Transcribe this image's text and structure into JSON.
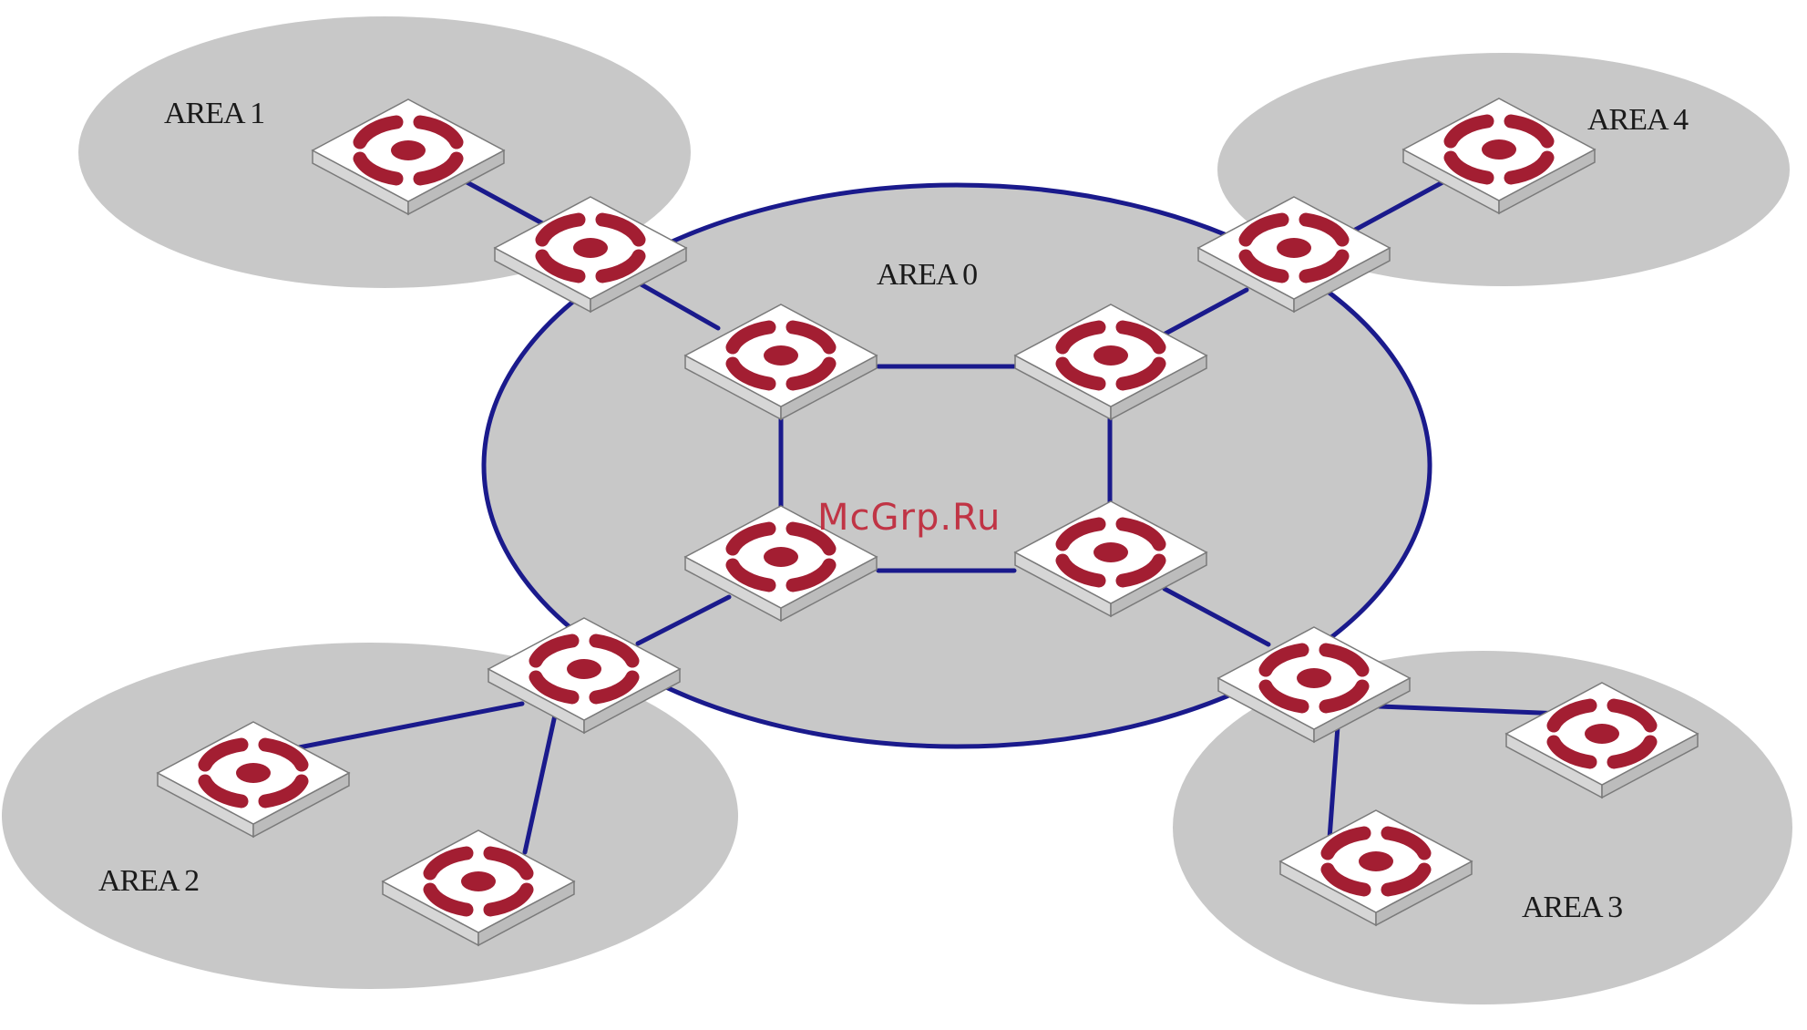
{
  "diagram": {
    "areas": [
      {
        "id": "area1",
        "label": "AREA 1"
      },
      {
        "id": "area4",
        "label": "AREA 4"
      },
      {
        "id": "area0",
        "label": "AREA 0"
      },
      {
        "id": "area2",
        "label": "AREA 2"
      },
      {
        "id": "area3",
        "label": "AREA 3"
      }
    ],
    "watermark": "McGrp.Ru",
    "colors": {
      "area_fill": "#c8c8c8",
      "backbone_border": "#1a1a8c",
      "link": "#1a1a8c",
      "router_top": "#ffffff",
      "router_side": "#d8d8d8",
      "router_icon": "#a31e32"
    },
    "router_icon": "router-icon",
    "routers": [
      "r-a1",
      "abr-1",
      "r-a4",
      "abr-4",
      "core-nw",
      "core-ne",
      "core-sw",
      "core-se",
      "abr-2",
      "abr-3",
      "r-a2-a",
      "r-a2-b",
      "r-a3-a",
      "r-a3-b"
    ],
    "links": [
      [
        "r-a1",
        "abr-1"
      ],
      [
        "abr-1",
        "core-nw"
      ],
      [
        "r-a4",
        "abr-4"
      ],
      [
        "abr-4",
        "core-ne"
      ],
      [
        "core-nw",
        "core-ne"
      ],
      [
        "core-nw",
        "core-sw"
      ],
      [
        "core-ne",
        "core-se"
      ],
      [
        "core-sw",
        "core-se"
      ],
      [
        "core-sw",
        "abr-2"
      ],
      [
        "core-se",
        "abr-3"
      ],
      [
        "abr-2",
        "r-a2-a"
      ],
      [
        "abr-2",
        "r-a2-b"
      ],
      [
        "abr-3",
        "r-a3-a"
      ],
      [
        "abr-3",
        "r-a3-b"
      ]
    ]
  }
}
